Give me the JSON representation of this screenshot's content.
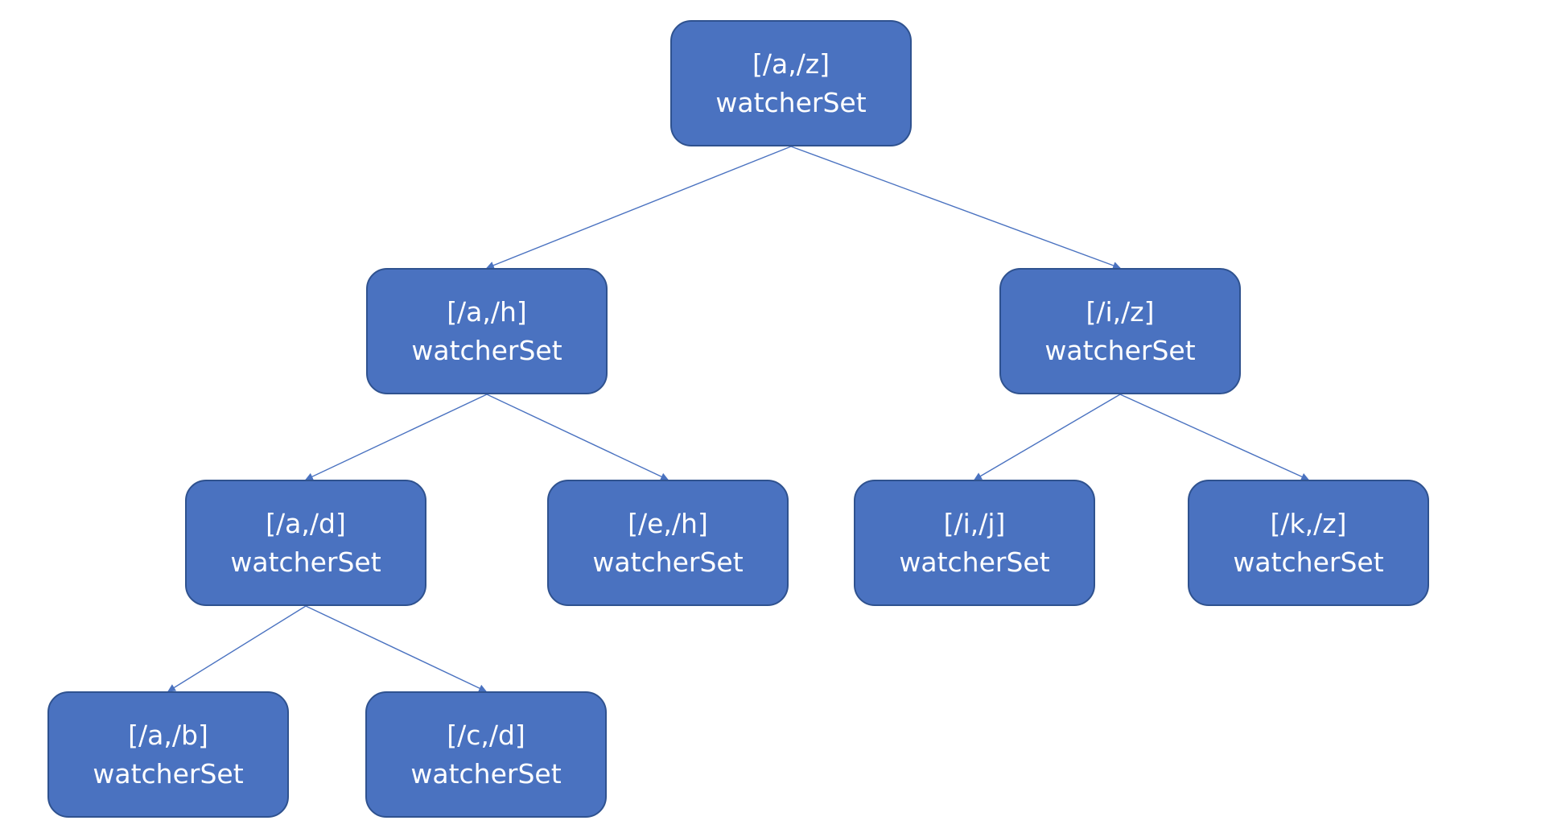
{
  "nodes": [
    {
      "id": "n-root",
      "range": "[/a,/z]",
      "label": "watcherSet"
    },
    {
      "id": "n-ah",
      "range": "[/a,/h]",
      "label": "watcherSet"
    },
    {
      "id": "n-iz",
      "range": "[/i,/z]",
      "label": "watcherSet"
    },
    {
      "id": "n-ad",
      "range": "[/a,/d]",
      "label": "watcherSet"
    },
    {
      "id": "n-eh",
      "range": "[/e,/h]",
      "label": "watcherSet"
    },
    {
      "id": "n-ij",
      "range": "[/i,/j]",
      "label": "watcherSet"
    },
    {
      "id": "n-kz",
      "range": "[/k,/z]",
      "label": "watcherSet"
    },
    {
      "id": "n-ab",
      "range": "[/a,/b]",
      "label": "watcherSet"
    },
    {
      "id": "n-cd",
      "range": "[/c,/d]",
      "label": "watcherSet"
    }
  ],
  "edges": [
    {
      "from": "n-root",
      "to": "n-ah"
    },
    {
      "from": "n-root",
      "to": "n-iz"
    },
    {
      "from": "n-ah",
      "to": "n-ad"
    },
    {
      "from": "n-ah",
      "to": "n-eh"
    },
    {
      "from": "n-iz",
      "to": "n-ij"
    },
    {
      "from": "n-iz",
      "to": "n-kz"
    },
    {
      "from": "n-ad",
      "to": "n-ab"
    },
    {
      "from": "n-ad",
      "to": "n-cd"
    }
  ],
  "colors": {
    "node_fill": "#4a72c0",
    "node_border": "#2f528f",
    "edge": "#4a72c0",
    "text": "#ffffff"
  }
}
